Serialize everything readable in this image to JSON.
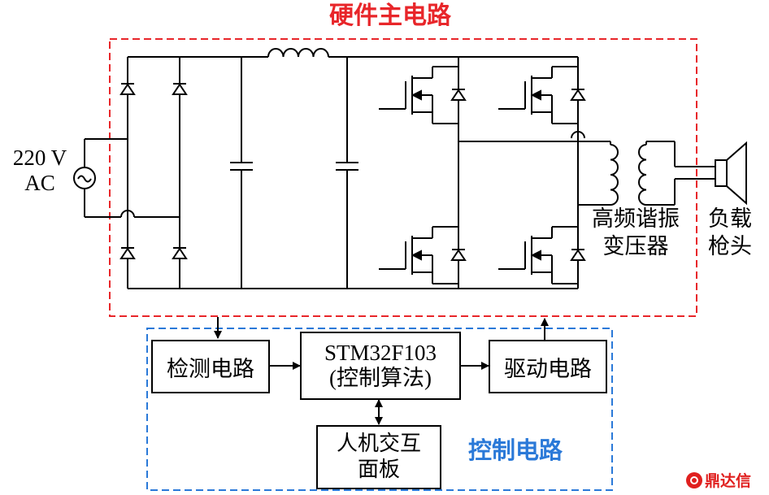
{
  "hardware": {
    "title": "硬件主电路",
    "title_color": "#e8262a"
  },
  "control": {
    "title": "控制电路",
    "title_color": "#2a79d8"
  },
  "source": {
    "line1": "220 V",
    "line2": "AC",
    "icon": "ac-source-icon"
  },
  "transformer": {
    "line1": "高频谐振",
    "line2": "变压器",
    "icon": "transformer-icon"
  },
  "load": {
    "line1": "负载",
    "line2": "枪头",
    "icon": "speaker-icon"
  },
  "blocks": {
    "detect": "检测电路",
    "mcu_line1": "STM32F103",
    "mcu_line2": "(控制算法)",
    "drive": "驱动电路",
    "hmi_line1": "人机交互",
    "hmi_line2": "面板"
  },
  "watermark": {
    "text": "鼎达信",
    "color": "#e0201f"
  }
}
